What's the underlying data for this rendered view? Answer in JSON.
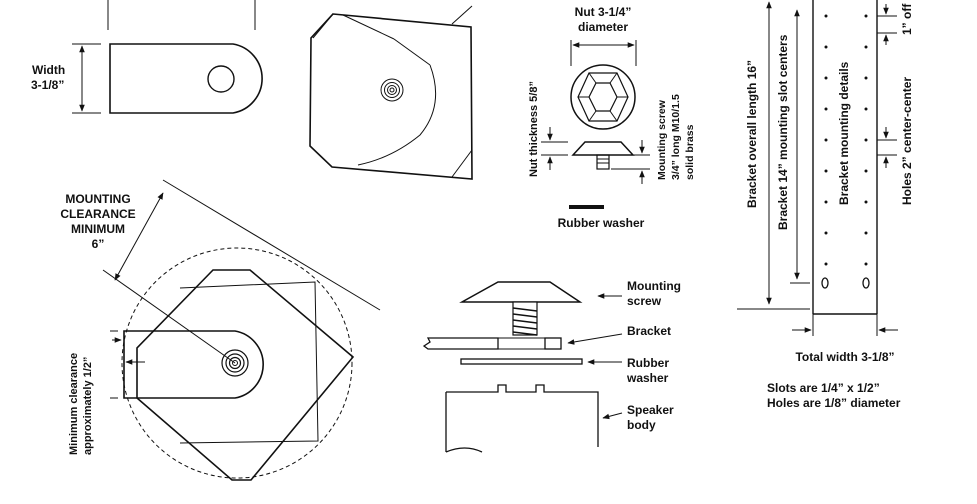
{
  "bracket_view": {
    "width_line1": "Width",
    "width_line2": "3-1/8”"
  },
  "nut_detail": {
    "nut_title_line1": "Nut 3-1/4”",
    "nut_title_line2": "diameter",
    "nut_thickness": "Nut thickness 5/8”",
    "screw_line1": "Mounting screw",
    "screw_line2": "3/4” long M10/1.5",
    "screw_line3": "solid brass",
    "washer_label": "Rubber washer"
  },
  "clearance_view": {
    "mounting_line1": "MOUNTING",
    "mounting_line2": "CLEARANCE",
    "mounting_line3": "MINIMUM",
    "mounting_line4": "6”",
    "min_line1": "Minimum clearance",
    "min_line2": "approximately 1/2”"
  },
  "stack_view": {
    "screw_line1": "Mounting",
    "screw_line2": "screw",
    "bracket": "Bracket",
    "washer_line1": "Rubber",
    "washer_line2": "washer",
    "body_line1": "Speaker",
    "body_line2": "body"
  },
  "bracket_details": {
    "overall_length": "Bracket overall length 16”",
    "slot_centers": "Bracket 14” mounting slot centers",
    "mounting_details": "Bracket mounting details",
    "holes_spacing": "Holes 2” center-center",
    "offset_partial": "1” off",
    "total_width": "Total width 3-1/8”",
    "slots_note": "Slots are 1/4” x 1/2”",
    "holes_note": "Holes are 1/8” diameter"
  }
}
